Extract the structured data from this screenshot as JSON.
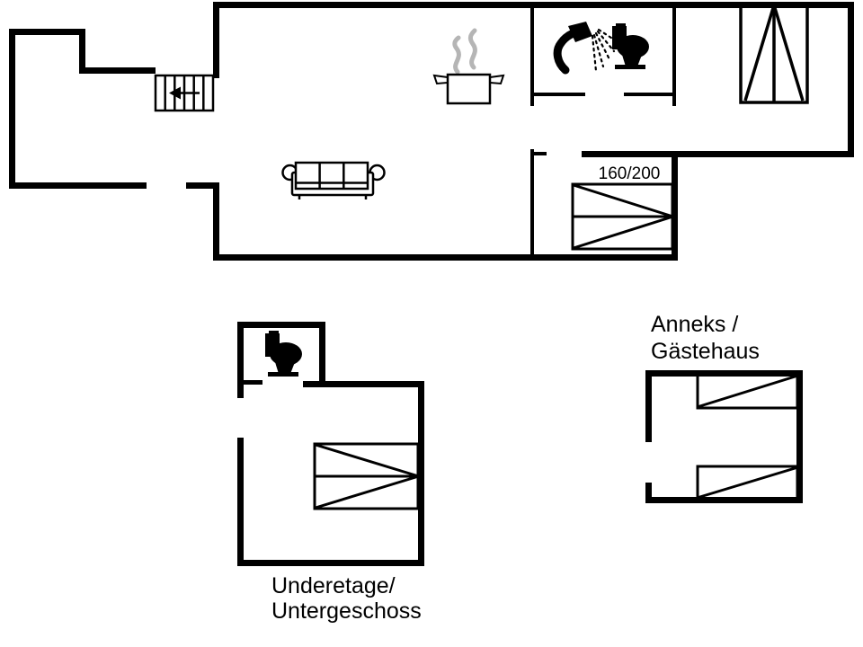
{
  "title": "holiday-house-floor-plan",
  "colors": {
    "background": "#ffffff",
    "wall": "#000000",
    "steam": "#b5b5b5"
  },
  "floor_plans": {
    "main_floor": {
      "bed_size_label": "160/200",
      "features": [
        "stairs-with-arrow",
        "cooking-pot-with-steam",
        "handheld-shower",
        "toilet",
        "wardrobe",
        "three-seat-sofa",
        "double-bed"
      ]
    },
    "basement": {
      "label_line1": "Underetage/",
      "label_line2": "Untergeschoss",
      "features": [
        "toilet",
        "double-bed"
      ]
    },
    "annex": {
      "label_line1": "Anneks /",
      "label_line2": "Gästehaus",
      "features": [
        "single-bed",
        "single-bed"
      ]
    }
  }
}
